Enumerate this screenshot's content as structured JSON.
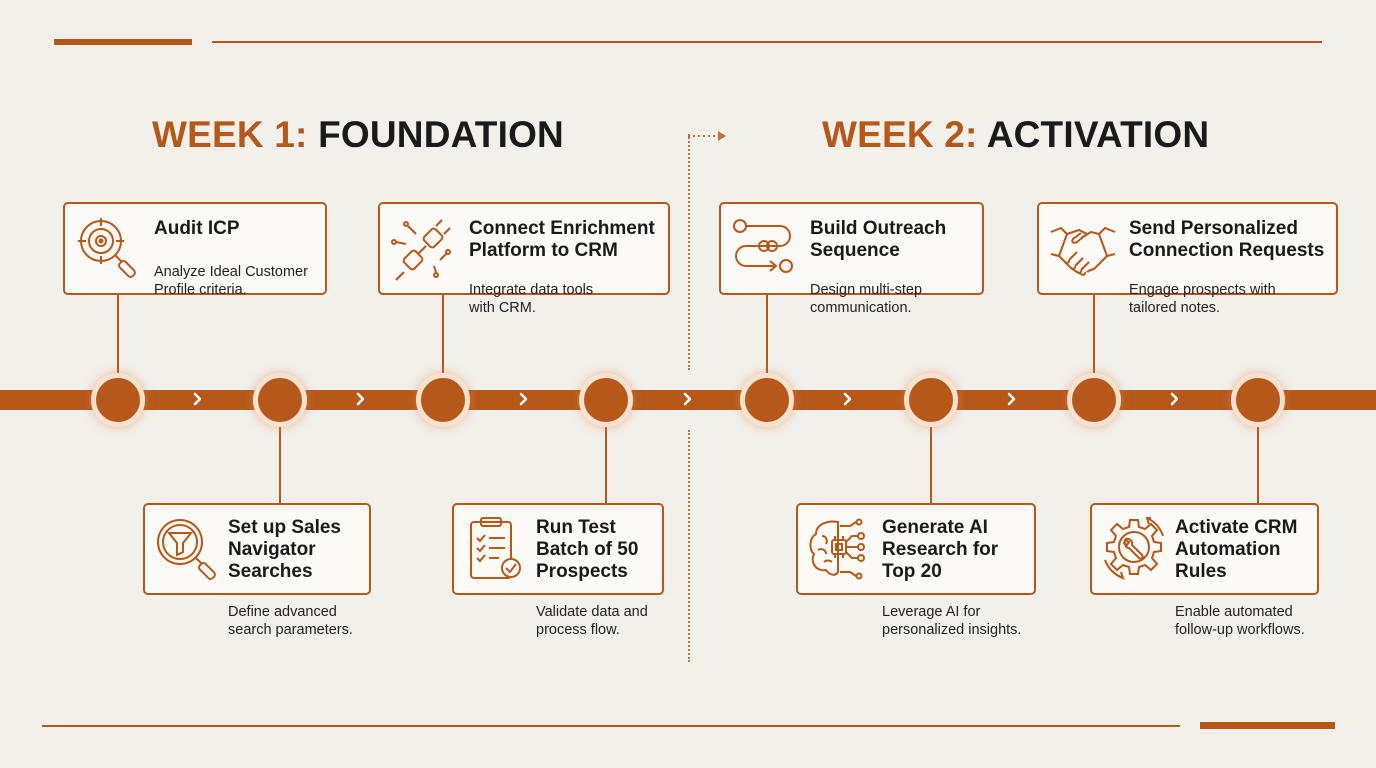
{
  "weeks": [
    {
      "label": "WEEK 1:",
      "phase": "FOUNDATION"
    },
    {
      "label": "WEEK 2:",
      "phase": "ACTIVATION"
    }
  ],
  "steps": [
    {
      "title_lines": [
        "Audit ICP"
      ],
      "description_lines": [
        "Analyze Ideal Customer",
        "Profile criteria."
      ],
      "icon": "magnifier-target-icon"
    },
    {
      "title_lines": [
        "Set up Sales",
        "Navigator",
        "Searches"
      ],
      "description_lines": [
        "Define advanced",
        "search parameters."
      ],
      "icon": "magnifier-filter-icon"
    },
    {
      "title_lines": [
        "Connect Enrichment",
        "Platform to CRM"
      ],
      "description_lines": [
        "Integrate data tools",
        "with CRM."
      ],
      "icon": "plug-icon"
    },
    {
      "title_lines": [
        "Run Test",
        "Batch of 50",
        "Prospects"
      ],
      "description_lines": [
        "Validate data and",
        "process flow."
      ],
      "icon": "clipboard-checklist-icon"
    },
    {
      "title_lines": [
        "Build Outreach",
        "Sequence"
      ],
      "description_lines": [
        "Design multi-step",
        "communication."
      ],
      "icon": "sequence-flow-icon"
    },
    {
      "title_lines": [
        "Generate AI",
        "Research for",
        "Top 20"
      ],
      "description_lines": [
        "Leverage AI for",
        "personalized insights."
      ],
      "icon": "ai-brain-chip-icon"
    },
    {
      "title_lines": [
        "Send Personalized",
        "Connection Requests"
      ],
      "description_lines": [
        "Engage prospects with",
        "tailored notes."
      ],
      "icon": "handshake-icon"
    },
    {
      "title_lines": [
        "Activate CRM",
        "Automation",
        "Rules"
      ],
      "description_lines": [
        "Enable automated",
        "follow-up workflows."
      ],
      "icon": "gear-wrench-icon"
    }
  ],
  "colors": {
    "accent": "#b5581a",
    "background": "#f2f0eb",
    "node_glow": "#f7e2d2",
    "text": "#1a1a1a"
  }
}
